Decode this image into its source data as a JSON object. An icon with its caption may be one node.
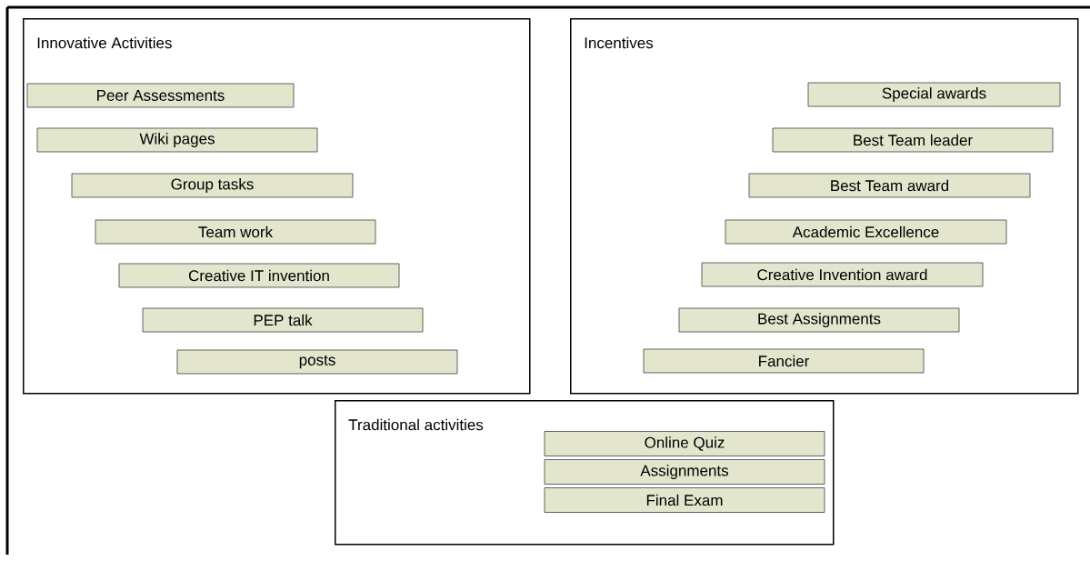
{
  "diagram": {
    "nodes": [
      {
        "text": [
          "Innovative Activities"
        ]
      },
      {
        "text": [
          "Peer Assessments"
        ],
        "in": 0
      },
      {
        "text": [
          "Wiki pages"
        ],
        "in": 0
      },
      {
        "text": [
          "Group tasks"
        ],
        "in": 0
      },
      {
        "text": [
          "Team work"
        ],
        "in": 0
      },
      {
        "text": [
          "Creative IT invention"
        ],
        "in": 0
      },
      {
        "text": [
          "PEP talk"
        ],
        "in": 0
      },
      {
        "text": [
          "posts"
        ],
        "in": 0
      },
      {
        "text": [
          "Incentives"
        ]
      },
      {
        "text": [
          "Special awards"
        ],
        "in": 8
      },
      {
        "text": [
          "Best Team leader"
        ],
        "in": 8
      },
      {
        "text": [
          "Best Team award"
        ],
        "in": 8
      },
      {
        "text": [
          "Academic Excellence"
        ],
        "in": 8
      },
      {
        "text": [
          "Creative Invention award"
        ],
        "in": 8
      },
      {
        "text": [
          "Best Assignments"
        ],
        "in": 8
      },
      {
        "text": [
          "Fancier"
        ],
        "in": 8
      },
      {
        "text": [
          "Traditional activities"
        ]
      },
      {
        "text": [
          "Online Quiz"
        ],
        "in": 16
      },
      {
        "text": [
          "Assignments"
        ],
        "in": 16
      },
      {
        "text": [
          "Final Exam"
        ],
        "in": 16
      }
    ]
  }
}
